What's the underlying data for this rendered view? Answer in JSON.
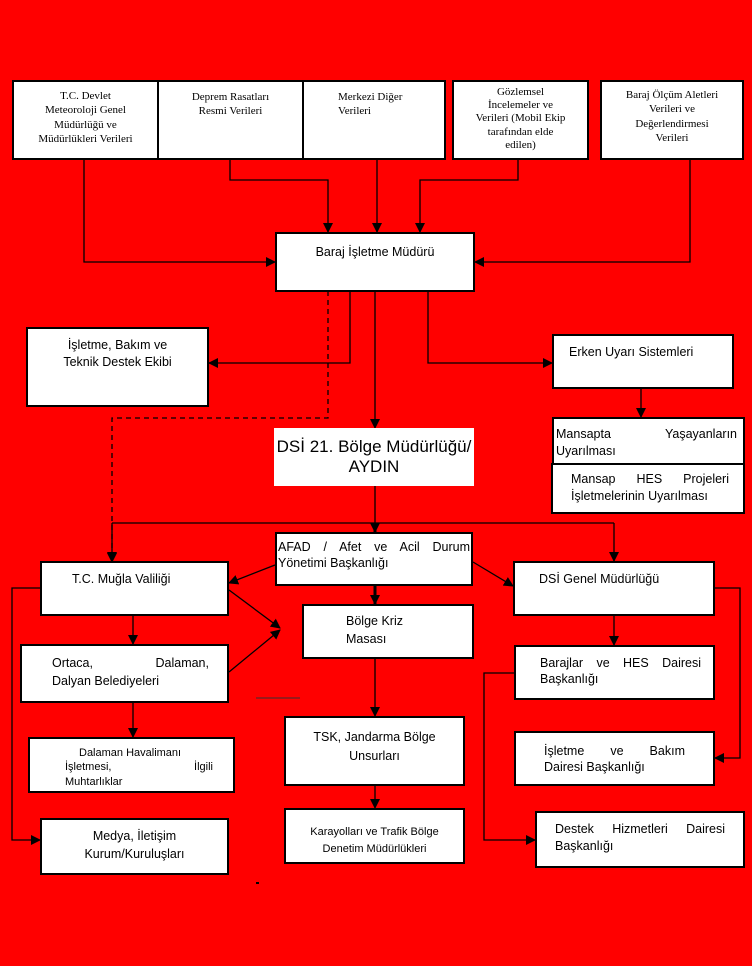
{
  "sources": {
    "meteoroloji": [
      "T.C. Devlet",
      "Meteoroloji Genel",
      "Müdürlüğü ve",
      "Müdürlükleri Verileri"
    ],
    "deprem": [
      "Deprem Rasatları",
      "Resmi Verileri"
    ],
    "merkezi": [
      "Merkezi Diğer",
      "Verileri"
    ],
    "gozlemsel": [
      "Gözlemsel",
      "İncelemeler ve",
      "Verileri (Mobil Ekip",
      "tarafından elde",
      "edilen)"
    ],
    "baraj_olcum": [
      "Baraj Ölçüm Aletleri",
      "Verileri ve",
      "Değerlendirmesi",
      "Verileri"
    ]
  },
  "nodes": {
    "baraj_isletme": "Baraj İşletme Müdürü",
    "isletme_bakim": [
      "İşletme, Bakım ve",
      "Teknik Destek Ekibi"
    ],
    "erken_uyari": "Erken Uyarı Sistemleri",
    "mansap_yasayan": [
      "Mansapta Yaşayanların",
      "Uyarılması"
    ],
    "mansap_hes": [
      "Mansap HES Projeleri",
      "İşletmelerinin Uyarılması"
    ],
    "dsi_bolge": [
      "DSİ 21. Bölge Müdürlüğü/",
      "AYDIN"
    ],
    "afad": [
      "AFAD / Afet ve Acil Durum",
      "Yönetimi Başkanlığı"
    ],
    "mugla": "T.C. Muğla Valiliği",
    "dsi_genel": "DSİ Genel Müdürlüğü",
    "bolge_kriz": [
      "Bölge Kriz",
      "Masası"
    ],
    "belediyeler": [
      "Ortaca, Dalaman,",
      "Dalyan Belediyeleri"
    ],
    "barajlar_hes": [
      "Barajlar ve HES Dairesi",
      "Başkanlığı"
    ],
    "dalaman_havalimani": [
      "Dalaman Havalimanı",
      "İşletmesi, İlgili",
      "Muhtarlıklar"
    ],
    "tsk": [
      "TSK, Jandarma Bölge",
      "Unsurları"
    ],
    "isletme_bakim_daire": [
      "İşletme ve Bakım",
      "Dairesi Başkanlığı"
    ],
    "medya": [
      "Medya, İletişim",
      "Kurum/Kuruluşları"
    ],
    "karayollari": [
      "Karayolları ve Trafik Bölge",
      "Denetim Müdürlükleri"
    ],
    "destek_hizmetleri": [
      "Destek Hizmetleri Dairesi",
      "Başkanlığı"
    ]
  },
  "colors": {
    "background": "#ff0000",
    "box": "#ffffff",
    "line": "#000000"
  }
}
